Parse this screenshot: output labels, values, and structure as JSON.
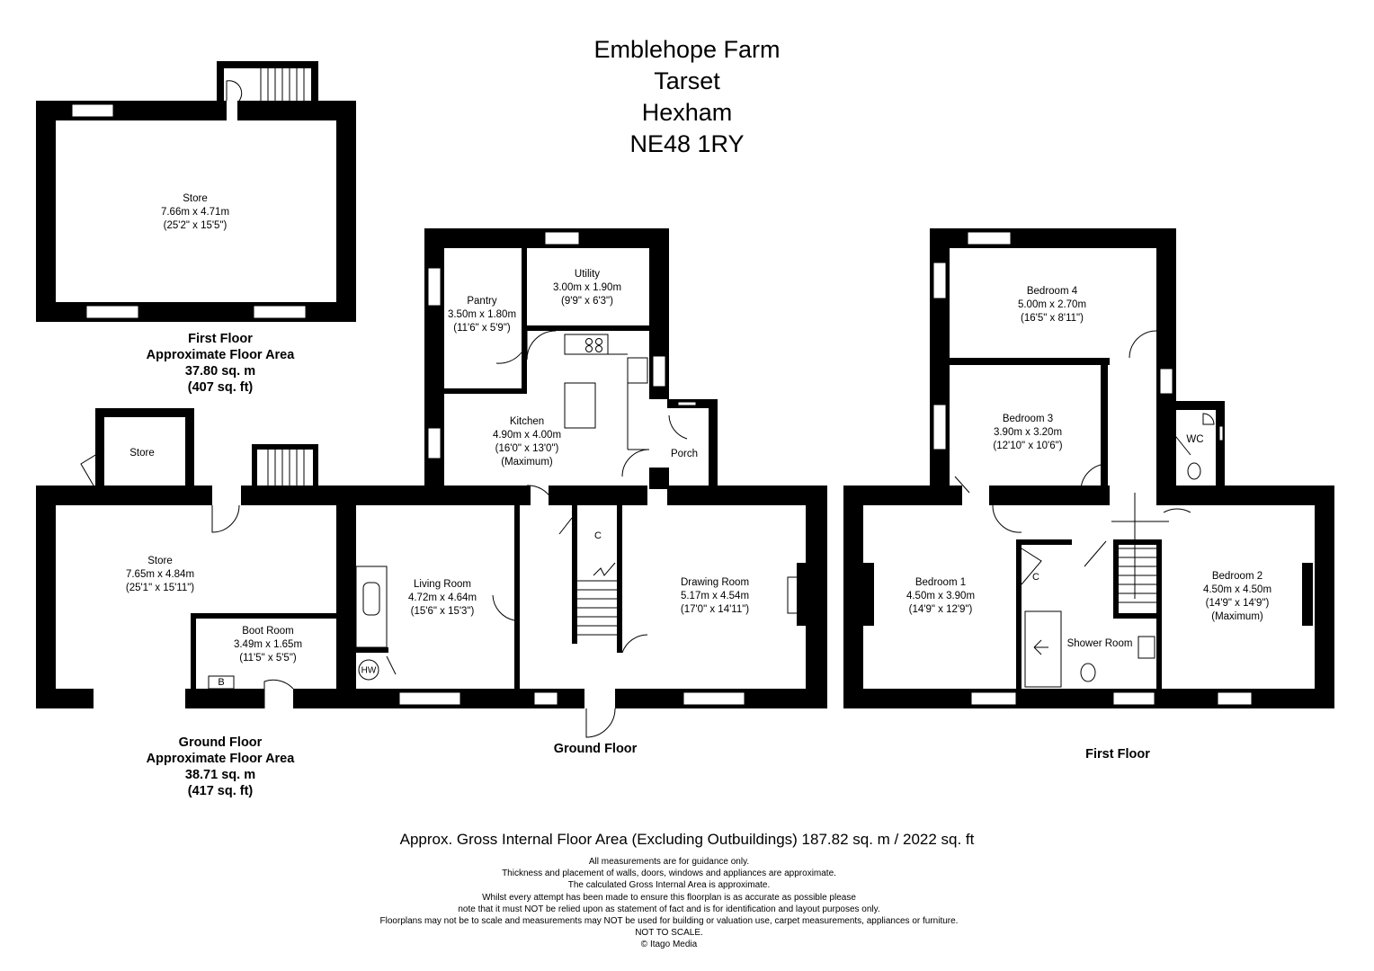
{
  "header": {
    "lines": [
      "Emblehope Farm",
      "Tarset",
      "Hexham",
      "NE48 1RY"
    ]
  },
  "outbuilding_first": {
    "room": {
      "name": "Store",
      "dims": "7.66m x 4.71m",
      "imperial": "(25'2\" x 15'5\")"
    },
    "floor_label": "First Floor",
    "area_label": "Approximate Floor Area",
    "area_sqm": "37.80 sq. m",
    "area_sqft": "(407 sq. ft)"
  },
  "outbuilding_ground": {
    "small_store": {
      "name": "Store"
    },
    "store": {
      "name": "Store",
      "dims": "7.65m x 4.84m",
      "imperial": "(25'1\" x 15'11\")"
    },
    "boot_room": {
      "name": "Boot Room",
      "dims": "3.49m x 1.65m",
      "imperial": "(11'5\" x 5'5\")"
    },
    "boot_marker": "B",
    "floor_label": "Ground Floor",
    "area_label": "Approximate Floor Area",
    "area_sqm": "38.71 sq. m",
    "area_sqft": "(417 sq. ft)"
  },
  "ground_floor": {
    "label": "Ground Floor",
    "pantry": {
      "name": "Pantry",
      "dims": "3.50m x 1.80m",
      "imperial": "(11'6\" x 5'9\")"
    },
    "utility": {
      "name": "Utility",
      "dims": "3.00m x 1.90m",
      "imperial": "(9'9\" x 6'3\")"
    },
    "kitchen": {
      "name": "Kitchen",
      "dims": "4.90m x 4.00m",
      "imperial": "(16'0\" x 13'0\")",
      "note": "(Maximum)"
    },
    "porch": {
      "name": "Porch"
    },
    "living_room": {
      "name": "Living Room",
      "dims": "4.72m x 4.64m",
      "imperial": "(15'6\" x 15'3\")"
    },
    "drawing_room": {
      "name": "Drawing Room",
      "dims": "5.17m x 4.54m",
      "imperial": "(17'0\" x 14'11\")"
    },
    "cupboard": "C",
    "hot_water": "HW"
  },
  "first_floor": {
    "label": "First Floor",
    "bedroom4": {
      "name": "Bedroom 4",
      "dims": "5.00m x 2.70m",
      "imperial": "(16'5\" x 8'11\")"
    },
    "bedroom3": {
      "name": "Bedroom 3",
      "dims": "3.90m x 3.20m",
      "imperial": "(12'10\" x 10'6\")"
    },
    "bedroom1": {
      "name": "Bedroom 1",
      "dims": "4.50m x 3.90m",
      "imperial": "(14'9\" x 12'9\")"
    },
    "bedroom2": {
      "name": "Bedroom 2",
      "dims": "4.50m x 4.50m",
      "imperial": "(14'9\" x 14'9\")",
      "note": "(Maximum)"
    },
    "shower_room": {
      "name": "Shower Room"
    },
    "wc": {
      "name": "WC"
    },
    "cupboard": "C"
  },
  "footer": {
    "gross": "Approx. Gross Internal Floor Area (Excluding Outbuildings) 187.82 sq. m / 2022 sq. ft",
    "disclaimer": [
      "All measurements are for guidance only.",
      "Thickness and placement of walls, doors, windows and appliances are approximate.",
      "The calculated Gross Internal Area is approximate.",
      "Whilst every attempt has been made to ensure this floorplan is as accurate as possible please",
      "note that it must NOT be relied upon as statement of fact and is for identification and layout purposes only.",
      "Floorplans may not be to scale and measurements may NOT be used for building or valuation use, carpet measurements, appliances or furniture.",
      "NOT TO SCALE.",
      "© Itago Media"
    ]
  }
}
